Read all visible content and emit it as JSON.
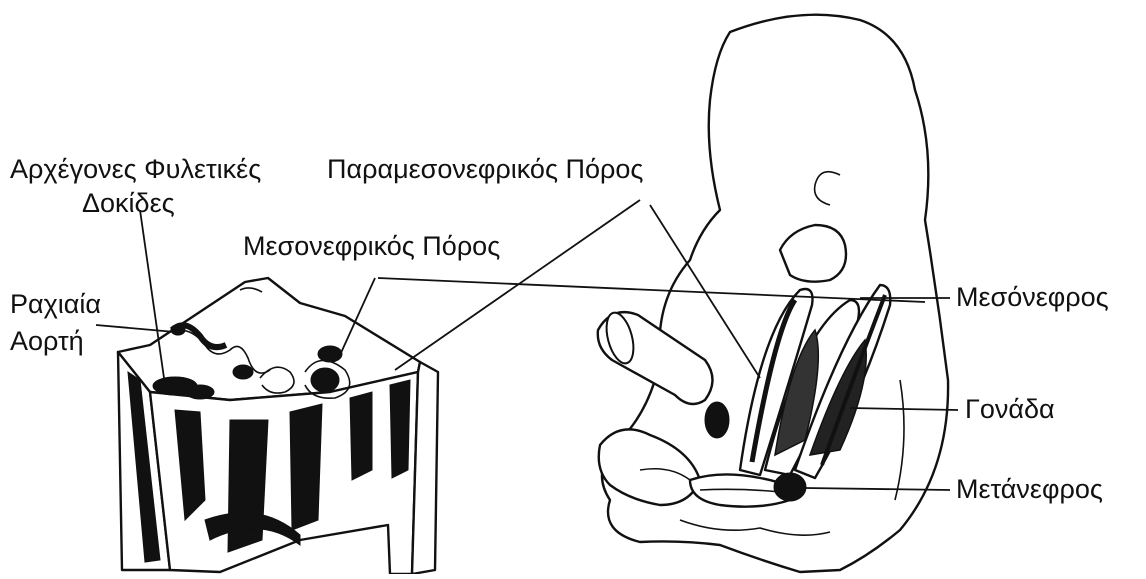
{
  "labels": {
    "primordial_germ_cells_line1": "Αρχέγονες Φυλετικές",
    "primordial_germ_cells_line2": "Δοκίδες",
    "paramesonephric_duct": "Παραμεσονεφρικός Πόρος",
    "mesonephric_duct": "Μεσονεφρικός Πόρος",
    "dorsal_aorta_line1": "Ραχιαία",
    "dorsal_aorta_line2": "Αορτή",
    "mesonephros": "Μεσόνεφρος",
    "gonad": "Γονάδα",
    "metanephros": "Μετάνεφρος"
  }
}
